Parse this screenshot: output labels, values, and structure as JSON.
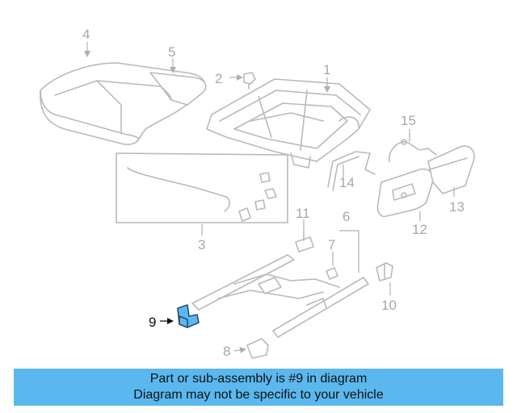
{
  "diagram": {
    "callouts": {
      "c1": "1",
      "c2": "2",
      "c3": "3",
      "c4": "4",
      "c5": "5",
      "c6": "6",
      "c7": "7",
      "c8": "8",
      "c9": "9",
      "c10": "10",
      "c11": "11",
      "c12": "12",
      "c13": "13",
      "c14": "14",
      "c15": "15"
    },
    "highlight_color": "#5ab8ee",
    "line_color": "#b9b9b9"
  },
  "banner": {
    "line1": "Part or sub-assembly is #9 in diagram",
    "line2": "Diagram may not be specific to your vehicle",
    "background": "#5ab8ee"
  }
}
